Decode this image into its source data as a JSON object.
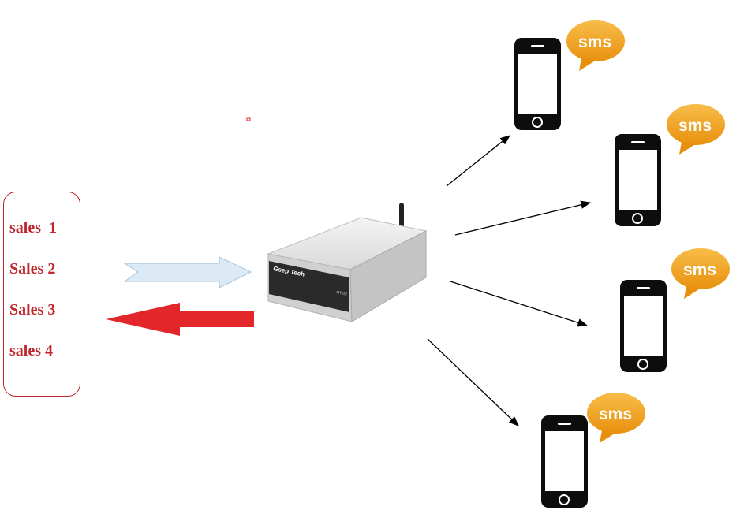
{
  "sales_box": {
    "items": [
      "sales  1",
      "Sales 2",
      "Sales 3",
      "sales 4"
    ]
  },
  "device": {
    "brand": "Gsep Tech",
    "model": "GT-02"
  },
  "phones": [
    {
      "badge": "sms"
    },
    {
      "badge": "sms"
    },
    {
      "badge": "sms"
    },
    {
      "badge": "sms"
    }
  ],
  "colors": {
    "sales_text": "#c0262c",
    "incoming_arrow": "#dbeaf5",
    "outgoing_arrow": "#e3262a",
    "sms_bubble": "#f2a31c",
    "phone_body": "#0d0d0d"
  }
}
